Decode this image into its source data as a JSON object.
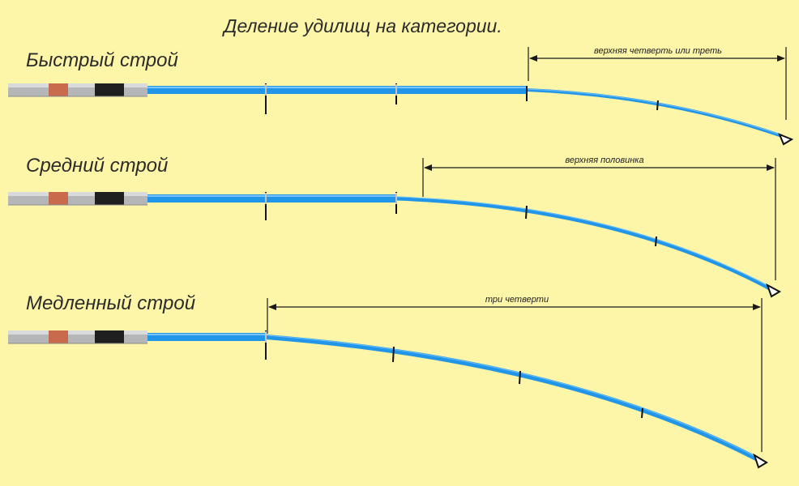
{
  "title": "Деление удилищ на категории.",
  "rods": [
    {
      "label": "Быстрый строй",
      "span_label": "верхняя четверть или треть"
    },
    {
      "label": "Средний строй",
      "span_label": "верхняя половинка"
    },
    {
      "label": "Медленный строй",
      "span_label": "три четверти"
    }
  ],
  "colors": {
    "background": "#fdf5a8",
    "blank": "#2196e8",
    "blank_highlight": "#8fd0ff",
    "handle": "#b4b6b8",
    "handle_ring_red": "#c86a4c",
    "handle_ring_black": "#1f1f1f",
    "line": "#1a1a1a"
  }
}
